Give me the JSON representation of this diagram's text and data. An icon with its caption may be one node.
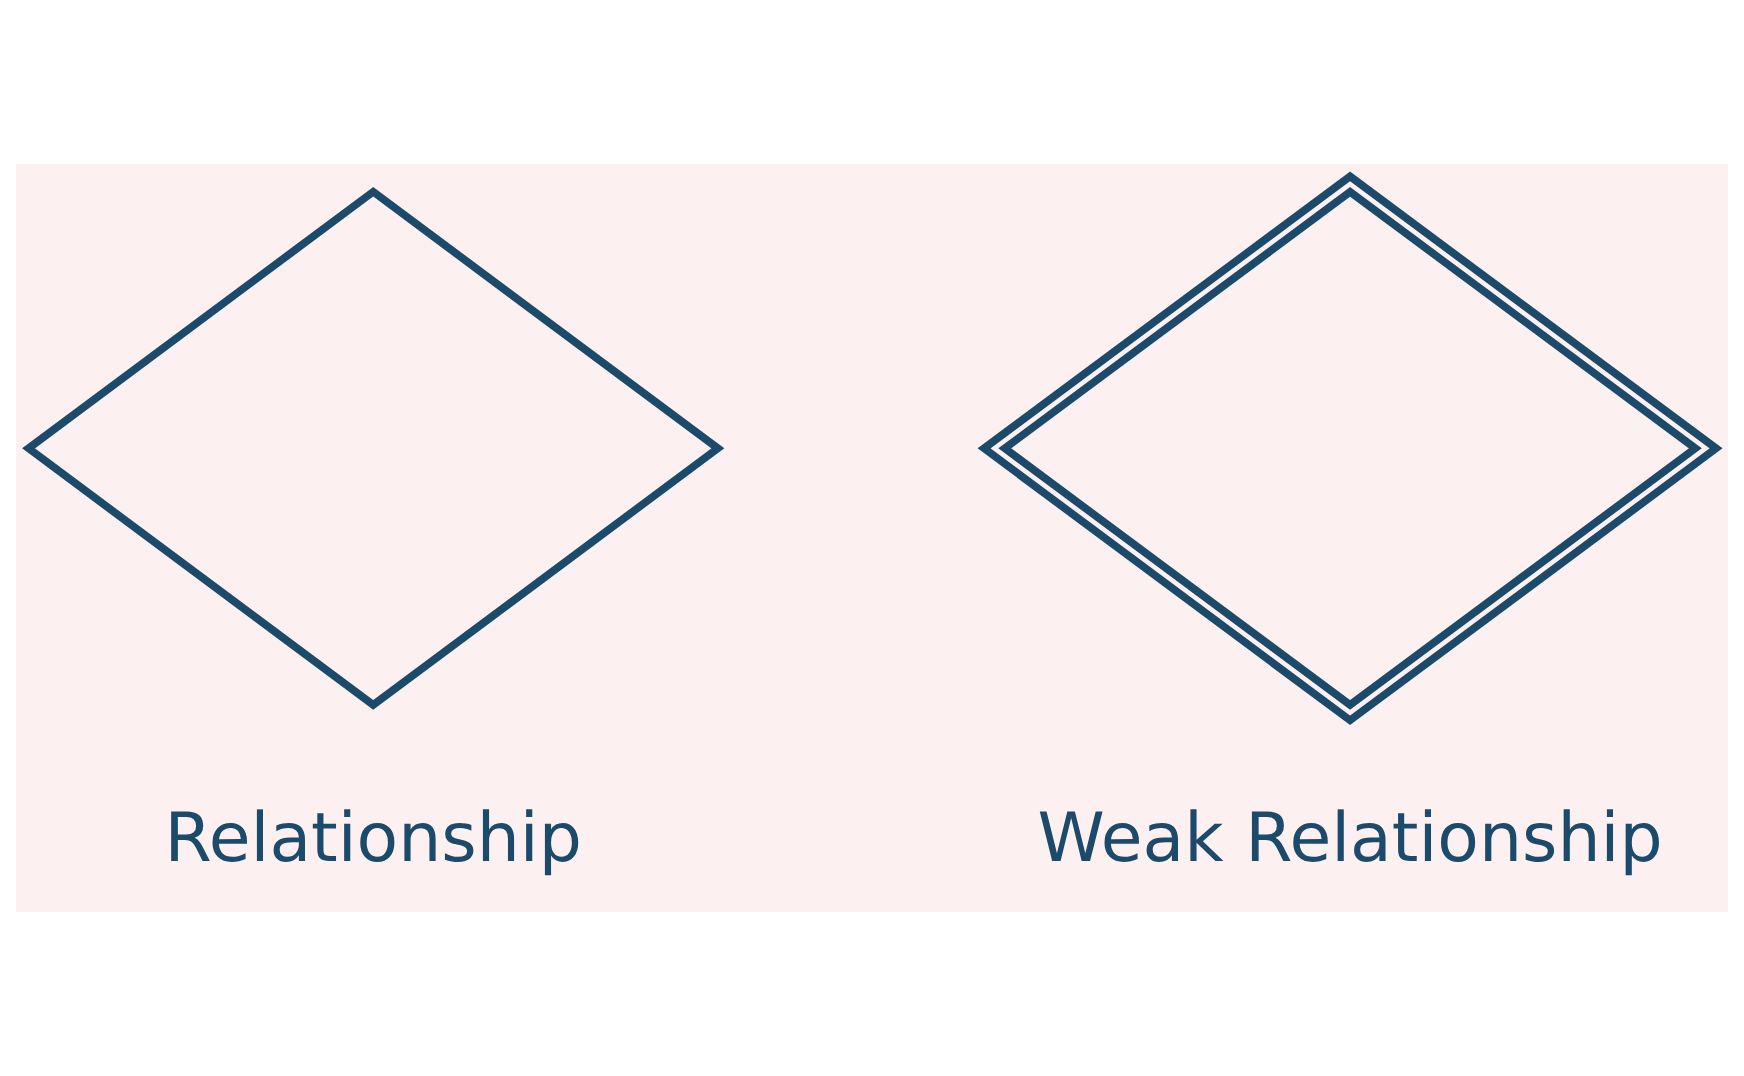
{
  "diagram": {
    "nodes": [
      {
        "text": [],
        "shape": "diamond",
        "beside": [
          "Relationship"
        ]
      },
      {
        "text": [],
        "shape": "diamond",
        "beside": [
          "Weak Relationship"
        ]
      }
    ],
    "edges": []
  }
}
